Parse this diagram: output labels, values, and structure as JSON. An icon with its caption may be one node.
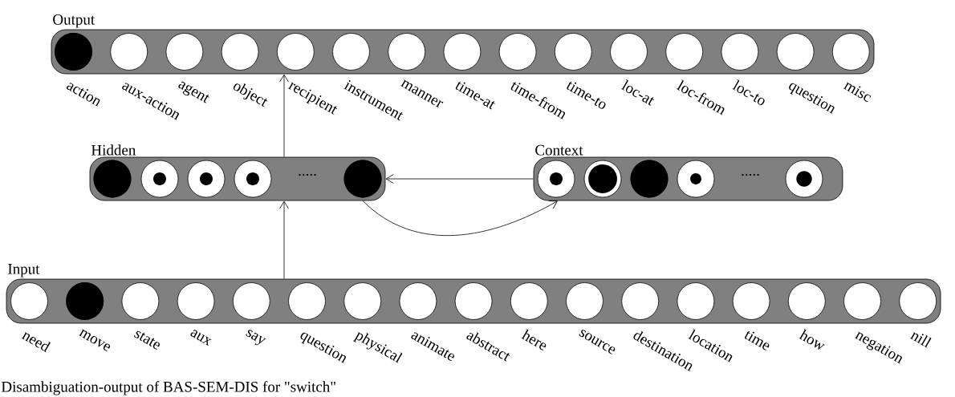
{
  "diagram": {
    "caption": "Disambiguation-output of BAS-SEM-DIS for \"switch\"",
    "nodes": [
      {
        "text": [
          "Output"
        ]
      },
      {
        "text": [],
        "shape": "circle",
        "in": 0,
        "beside": [
          "action"
        ]
      },
      {
        "text": [],
        "shape": "circle",
        "in": 0,
        "beside": [
          "aux-action"
        ]
      },
      {
        "text": [],
        "shape": "circle",
        "in": 0,
        "beside": [
          "agent"
        ]
      },
      {
        "text": [],
        "shape": "circle",
        "in": 0,
        "beside": [
          "object"
        ]
      },
      {
        "text": [],
        "shape": "circle",
        "in": 0,
        "beside": [
          "recipient"
        ]
      },
      {
        "text": [],
        "shape": "circle",
        "in": 0,
        "beside": [
          "instrument"
        ]
      },
      {
        "text": [],
        "shape": "circle",
        "in": 0,
        "beside": [
          "manner"
        ]
      },
      {
        "text": [],
        "shape": "circle",
        "in": 0,
        "beside": [
          "time-at"
        ]
      },
      {
        "text": [],
        "shape": "circle",
        "in": 0,
        "beside": [
          "time-from"
        ]
      },
      {
        "text": [],
        "shape": "circle",
        "in": 0,
        "beside": [
          "time-to"
        ]
      },
      {
        "text": [],
        "shape": "circle",
        "in": 0,
        "beside": [
          "loc-at"
        ]
      },
      {
        "text": [],
        "shape": "circle",
        "in": 0,
        "beside": [
          "loc-from"
        ]
      },
      {
        "text": [],
        "shape": "circle",
        "in": 0,
        "beside": [
          "loc-to"
        ]
      },
      {
        "text": [],
        "shape": "circle",
        "in": 0,
        "beside": [
          "question"
        ]
      },
      {
        "text": [],
        "shape": "circle",
        "in": 0,
        "beside": [
          "misc"
        ]
      },
      {
        "text": [
          "Hidden"
        ]
      },
      {
        "text": [],
        "shape": "circle",
        "in": 16
      },
      {
        "text": [],
        "shape": "circle",
        "in": 16
      },
      {
        "text": [],
        "shape": "circle",
        "in": 16
      },
      {
        "text": [],
        "shape": "circle",
        "in": 16
      },
      {
        "text": [],
        "shape": "circle",
        "in": 16
      },
      {
        "text": [
          "Context"
        ]
      },
      {
        "text": [],
        "shape": "circle",
        "in": 22
      },
      {
        "text": [],
        "shape": "circle",
        "in": 22
      },
      {
        "text": [],
        "shape": "circle",
        "in": 22
      },
      {
        "text": [],
        "shape": "circle",
        "in": 22
      },
      {
        "text": [],
        "shape": "circle",
        "in": 22
      },
      {
        "text": [
          "Input"
        ]
      },
      {
        "text": [],
        "shape": "circle",
        "in": 28,
        "beside": [
          "need"
        ]
      },
      {
        "text": [],
        "shape": "circle",
        "in": 28,
        "beside": [
          "move"
        ]
      },
      {
        "text": [],
        "shape": "circle",
        "in": 28,
        "beside": [
          "state"
        ]
      },
      {
        "text": [],
        "shape": "circle",
        "in": 28,
        "beside": [
          "aux"
        ]
      },
      {
        "text": [],
        "shape": "circle",
        "in": 28,
        "beside": [
          "say"
        ]
      },
      {
        "text": [],
        "shape": "circle",
        "in": 28,
        "beside": [
          "question"
        ]
      },
      {
        "text": [],
        "shape": "circle",
        "in": 28,
        "beside": [
          "physical"
        ]
      },
      {
        "text": [],
        "shape": "circle",
        "in": 28,
        "beside": [
          "animate"
        ]
      },
      {
        "text": [],
        "shape": "circle",
        "in": 28,
        "beside": [
          "abstract"
        ]
      },
      {
        "text": [],
        "shape": "circle",
        "in": 28,
        "beside": [
          "here"
        ]
      },
      {
        "text": [],
        "shape": "circle",
        "in": 28,
        "beside": [
          "source"
        ]
      },
      {
        "text": [],
        "shape": "circle",
        "in": 28,
        "beside": [
          "destination"
        ]
      },
      {
        "text": [],
        "shape": "circle",
        "in": 28,
        "beside": [
          "location"
        ]
      },
      {
        "text": [],
        "shape": "circle",
        "in": 28,
        "beside": [
          "time"
        ]
      },
      {
        "text": [],
        "shape": "circle",
        "in": 28,
        "beside": [
          "how"
        ]
      },
      {
        "text": [],
        "shape": "circle",
        "in": 28,
        "beside": [
          "negation"
        ]
      },
      {
        "text": [],
        "shape": "circle",
        "in": 28,
        "beside": [
          "nill"
        ]
      }
    ],
    "edges": [
      {
        "from": 28,
        "to": 16,
        "arrow": "to"
      },
      {
        "from": 16,
        "to": 0,
        "arrow": "to"
      },
      {
        "from": 22,
        "to": 16,
        "arrow": "to"
      },
      {
        "from": 16,
        "to": 22,
        "arrow": "to"
      }
    ],
    "labels": [
      ".....",
      "....."
    ]
  }
}
